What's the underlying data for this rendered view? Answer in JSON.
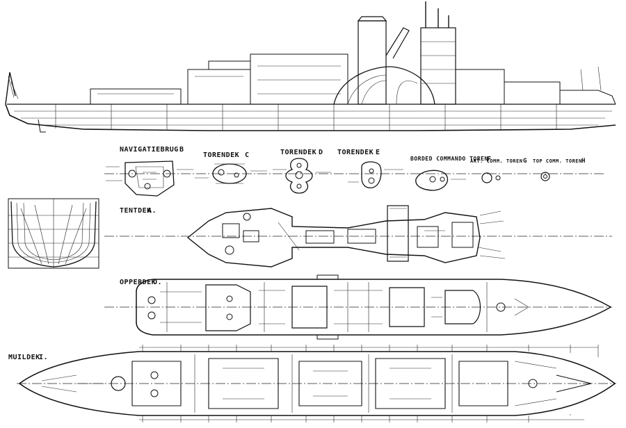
{
  "labels": {
    "navigatiebrug": "NAVIGATIEBRUG",
    "navigatiebrug_letter": "B",
    "torendek_c": "TORENDEK",
    "torendek_c_letter": "C",
    "torendek_d": "TORENDEK",
    "torendek_d_letter": "D",
    "torendek_e": "TORENDEK",
    "torendek_e_letter": "E",
    "borded_commando_toren": "BORDED COMMANDO TOREN",
    "borded_commando_toren_letter": "F",
    "art_comm_toren": "ART. COMM. TOREN",
    "art_comm_toren_letter": "G",
    "top_comm_toren": "TOP COMM. TOREN",
    "top_comm_toren_letter": "H",
    "tentdek": "TENTDEK",
    "tentdek_letter": "A.",
    "opperdek": "OPPERDEK",
    "opperdek_letter": "O.",
    "muldek": "MUILDEK",
    "muldek_letter": "I."
  }
}
